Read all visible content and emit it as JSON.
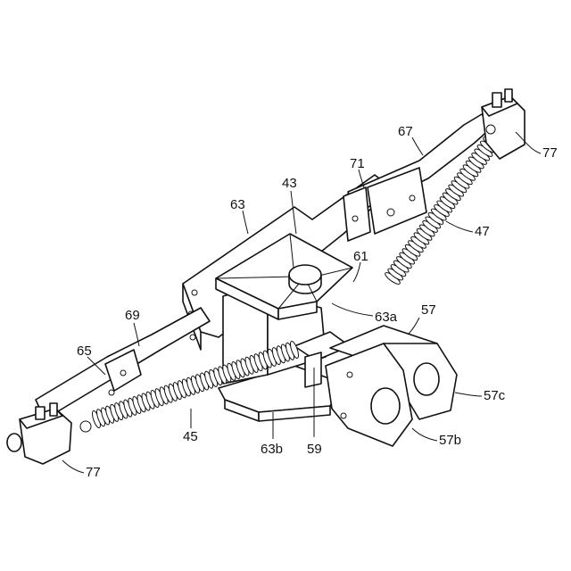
{
  "figure": {
    "labels": {
      "l77a": "77",
      "l67": "67",
      "l71": "71",
      "l43": "43",
      "l63": "63",
      "l47": "47",
      "l61": "61",
      "l57": "57",
      "l63a": "63a",
      "l69": "69",
      "l65": "65",
      "l57c": "57c",
      "l45": "45",
      "l63b": "63b",
      "l59": "59",
      "l57b": "57b",
      "l77b": "77"
    }
  }
}
